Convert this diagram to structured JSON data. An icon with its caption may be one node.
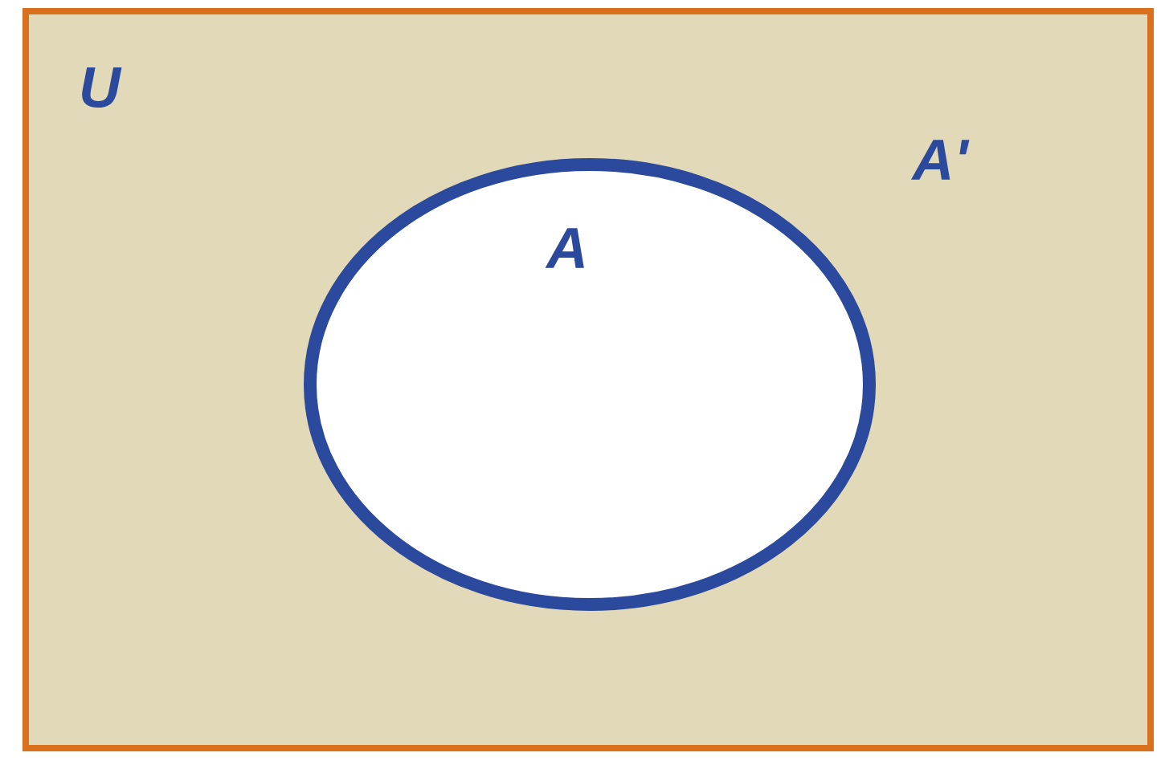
{
  "diagram": {
    "nodes": [
      {
        "text": [
          "U",
          "A'"
        ]
      },
      {
        "text": [
          "A"
        ],
        "in": 0
      }
    ]
  }
}
